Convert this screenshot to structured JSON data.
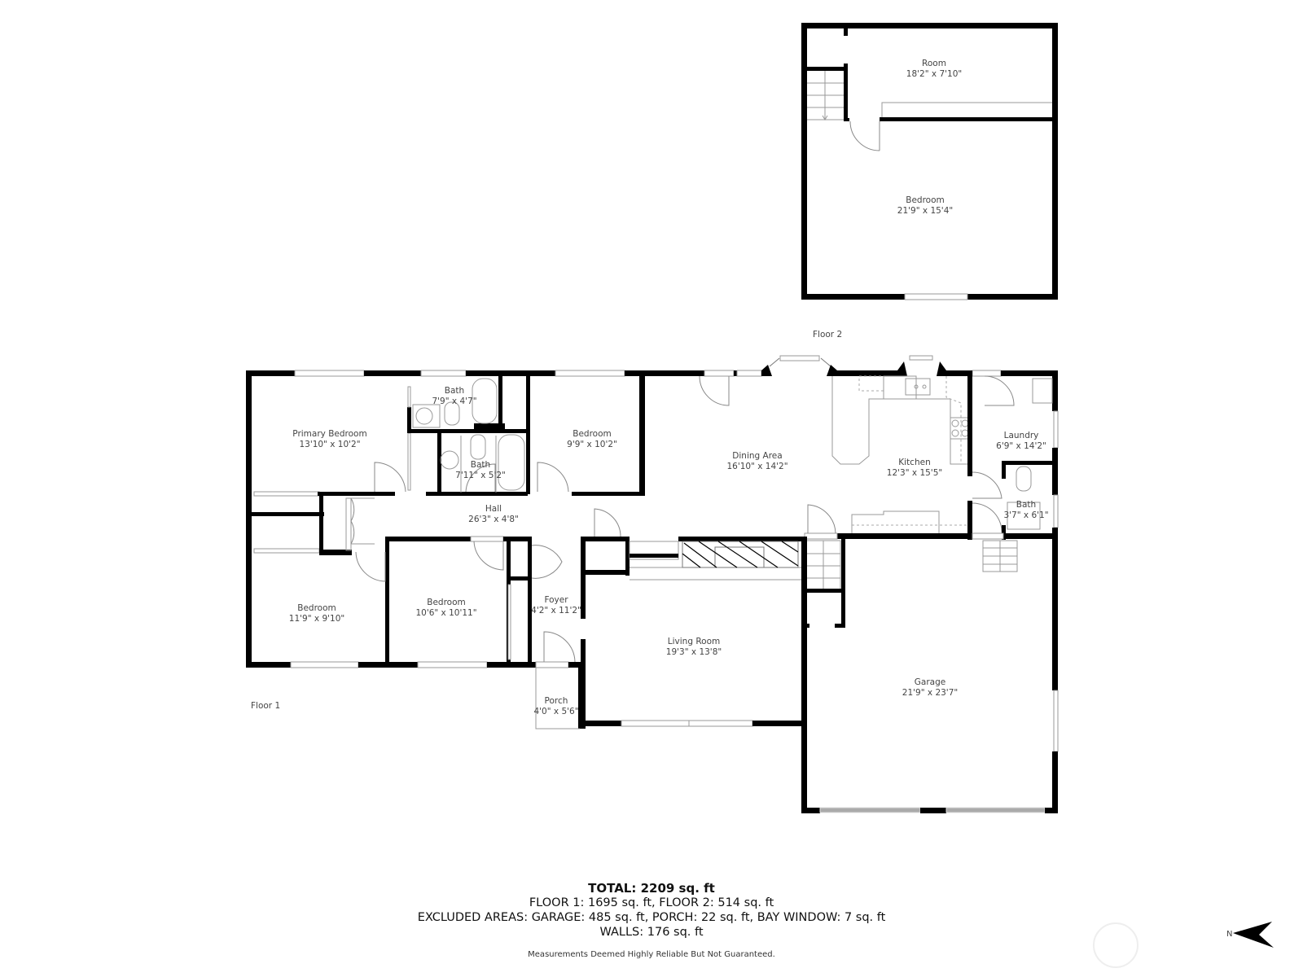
{
  "floors": {
    "floor1": {
      "label": "Floor 1"
    },
    "floor2": {
      "label": "Floor 2"
    }
  },
  "rooms": {
    "floor2_room": {
      "name": "Room",
      "dims": "18'2\" x 7'10\""
    },
    "floor2_bedroom": {
      "name": "Bedroom",
      "dims": "21'9\" x 15'4\""
    },
    "primary_bedroom": {
      "name": "Primary Bedroom",
      "dims": "13'10\" x 10'2\""
    },
    "bath_primary": {
      "name": "Bath",
      "dims": "7'9\" x 4'7\""
    },
    "bath_hall": {
      "name": "Bath",
      "dims": "7'11\" x 5'2\""
    },
    "bedroom_9_9": {
      "name": "Bedroom",
      "dims": "9'9\" x 10'2\""
    },
    "dining_area": {
      "name": "Dining Area",
      "dims": "16'10\" x 14'2\""
    },
    "kitchen": {
      "name": "Kitchen",
      "dims": "12'3\" x 15'5\""
    },
    "laundry": {
      "name": "Laundry",
      "dims": "6'9\" x 14'2\""
    },
    "bath_laundry": {
      "name": "Bath",
      "dims": "3'7\" x 6'1\""
    },
    "hall": {
      "name": "Hall",
      "dims": "26'3\" x 4'8\""
    },
    "bedroom_11_9": {
      "name": "Bedroom",
      "dims": "11'9\" x 9'10\""
    },
    "bedroom_10_6": {
      "name": "Bedroom",
      "dims": "10'6\" x 10'11\""
    },
    "foyer": {
      "name": "Foyer",
      "dims": "4'2\" x 11'2\""
    },
    "porch": {
      "name": "Porch",
      "dims": "4'0\" x 5'6\""
    },
    "living_room": {
      "name": "Living Room",
      "dims": "19'3\" x 13'8\""
    },
    "garage": {
      "name": "Garage",
      "dims": "21'9\" x 23'7\""
    }
  },
  "summary": {
    "total": "TOTAL: 2209 sq. ft",
    "floors": "FLOOR 1: 1695 sq. ft, FLOOR 2: 514 sq. ft",
    "excluded": "EXCLUDED AREAS: GARAGE: 485 sq. ft, PORCH: 22 sq. ft, BAY WINDOW: 7 sq. ft",
    "walls": "WALLS: 176 sq. ft"
  },
  "disclaimer": "Measurements Deemed Highly Reliable But Not Guaranteed.",
  "compass": {
    "icon": "north-arrow-icon",
    "letter": "N"
  },
  "colors": {
    "wall": "#000000",
    "fixture_line": "#999999",
    "background": "#ffffff"
  }
}
